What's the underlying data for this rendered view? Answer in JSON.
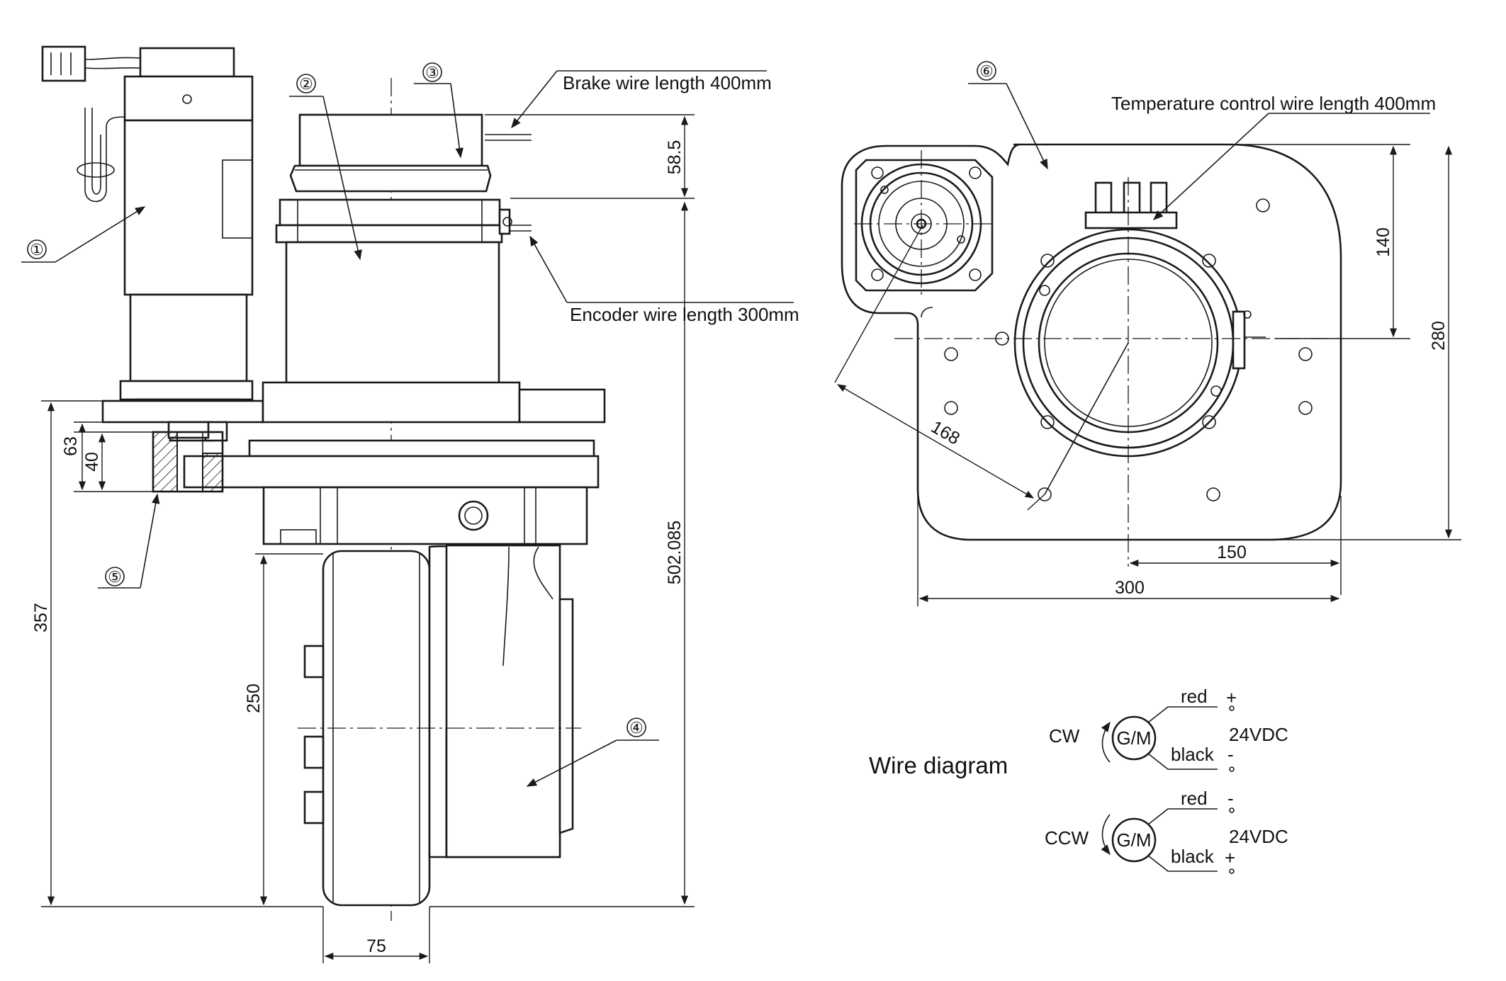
{
  "callouts": {
    "c1": "①",
    "c2": "②",
    "c3": "③",
    "c4": "④",
    "c5": "⑤",
    "c6": "⑥"
  },
  "wire_notes": {
    "brake": "Brake wire length 400mm",
    "encoder": "Encoder wire length 300mm",
    "temperature": "Temperature control wire length 400mm"
  },
  "dimensions": {
    "d58_5": "58.5",
    "d502": "502.085",
    "d357": "357",
    "d63": "63",
    "d40": "40",
    "d250": "250",
    "d75": "75",
    "d168": "168",
    "d140": "140",
    "d280": "280",
    "d150": "150",
    "d300": "300"
  },
  "wire_diagram": {
    "title": "Wire diagram",
    "cw": {
      "direction": "CW",
      "motor": "G/M",
      "top_wire": "red",
      "top_sign": "+",
      "bottom_wire": "black",
      "bottom_sign": "-",
      "voltage": "24VDC"
    },
    "ccw": {
      "direction": "CCW",
      "motor": "G/M",
      "top_wire": "red",
      "top_sign": "-",
      "bottom_wire": "black",
      "bottom_sign": "+",
      "voltage": "24VDC"
    }
  }
}
